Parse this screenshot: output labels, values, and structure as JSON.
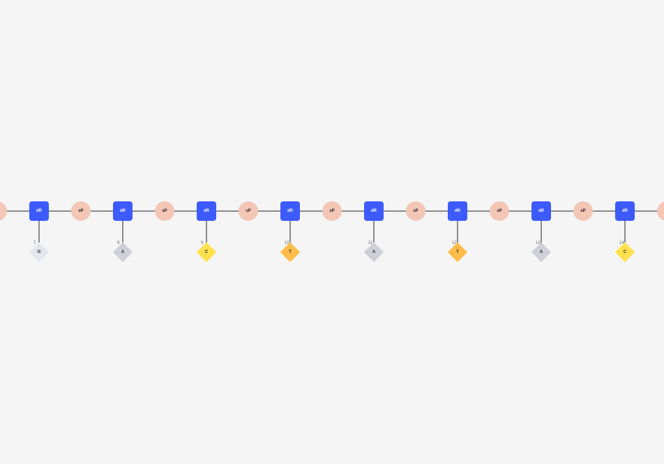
{
  "strand": {
    "sugar_label": "dR",
    "phosphate_label": "sP",
    "sugar_color": "#3d5afe",
    "phosphate_color": "#f3c6b6",
    "line_color": "#8a8a8a",
    "nucleotides": [
      {
        "index": "7",
        "base": "G",
        "color": "#e3e7ec"
      },
      {
        "index": "8",
        "base": "A",
        "color": "#cfcfd8"
      },
      {
        "index": "9",
        "base": "C",
        "color": "#ffe14d"
      },
      {
        "index": "10",
        "base": "T",
        "color": "#ffbc4a"
      },
      {
        "index": "11",
        "base": "A",
        "color": "#cfcfd8"
      },
      {
        "index": "12",
        "base": "T",
        "color": "#ffbc4a"
      },
      {
        "index": "13",
        "base": "A",
        "color": "#cfcfd8"
      },
      {
        "index": "14",
        "base": "C",
        "color": "#ffe14d"
      }
    ]
  }
}
